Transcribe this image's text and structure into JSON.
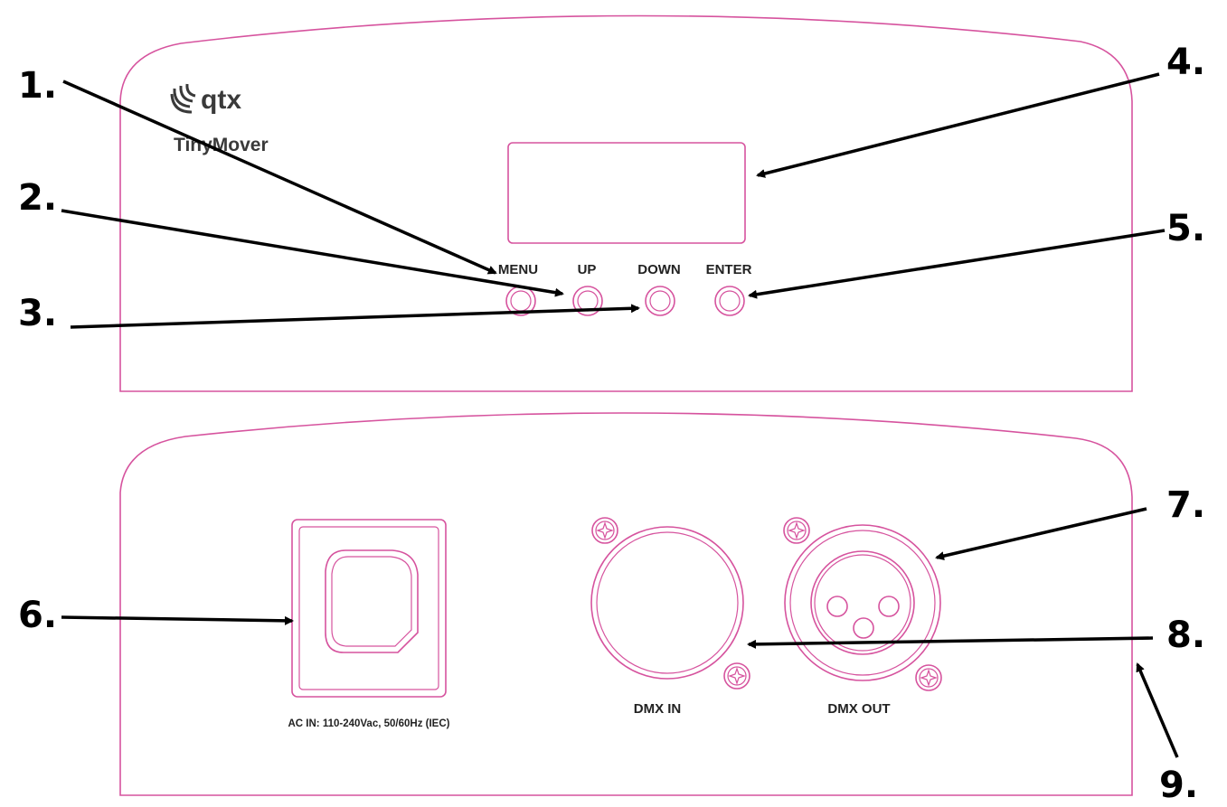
{
  "front_panel": {
    "brand": "qtx",
    "model": "TinyMover",
    "buttons": [
      "MENU",
      "UP",
      "DOWN",
      "ENTER"
    ]
  },
  "rear_panel": {
    "power_label": "AC IN: 110-240Vac, 50/60Hz (IEC)",
    "dmx_in_label": "DMX IN",
    "dmx_out_label": "DMX OUT"
  },
  "callouts": [
    "1.",
    "2.",
    "3.",
    "4.",
    "5.",
    "6.",
    "7.",
    "8.",
    "9."
  ],
  "colors": {
    "outline": "#d6539e",
    "pointer": "#000000"
  }
}
